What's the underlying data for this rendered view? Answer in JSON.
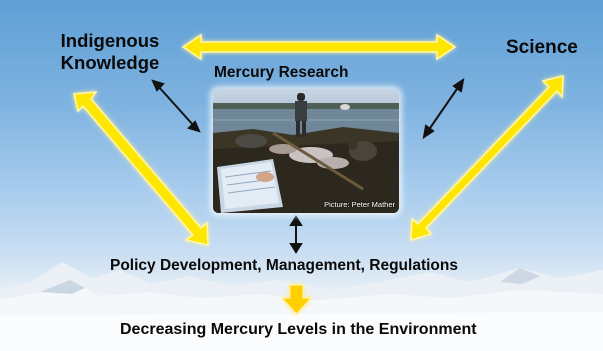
{
  "nodes": {
    "indigenous_line1": "Indigenous",
    "indigenous_line2": "Knowledge",
    "science": "Science",
    "research": "Mercury Research",
    "policy": "Policy Development, Management, Regulations",
    "outcome": "Decreasing Mercury Levels in the Environment"
  },
  "photo": {
    "credit": "Picture: Peter Mather"
  },
  "colors": {
    "big_arrow_fill": "#ffe600",
    "big_arrow_glow": "#fffbd0",
    "small_arrow": "#111111"
  }
}
